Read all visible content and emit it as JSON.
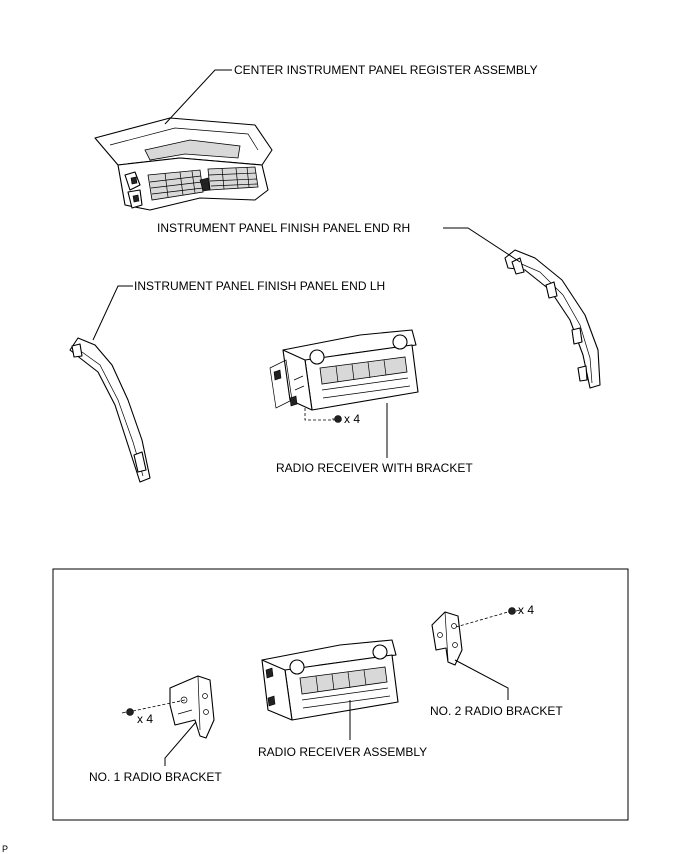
{
  "labels": {
    "center_register": "CENTER INSTRUMENT PANEL REGISTER ASSEMBLY",
    "finish_panel_rh": "INSTRUMENT PANEL FINISH PANEL END RH",
    "finish_panel_lh": "INSTRUMENT PANEL FINISH PANEL END LH",
    "radio_with_bracket": "RADIO RECEIVER WITH BRACKET",
    "radio_assembly": "RADIO RECEIVER ASSEMBLY",
    "no1_bracket": "NO. 1 RADIO BRACKET",
    "no2_bracket": "NO. 2 RADIO BRACKET"
  },
  "quantities": {
    "screws_upper": "x 4",
    "screws_no1": "x 4",
    "screws_no2": "x 4"
  },
  "corner_code": "P"
}
